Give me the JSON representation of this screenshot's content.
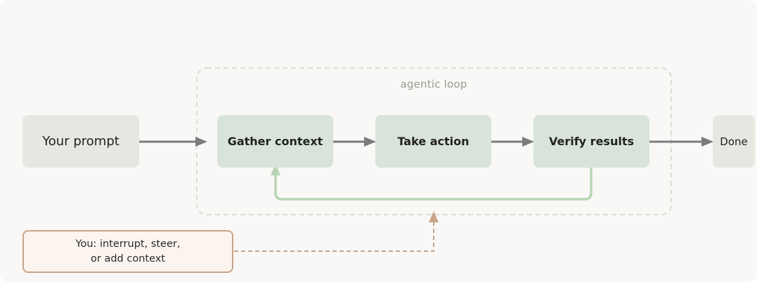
{
  "diagram": {
    "loop_label": "agentic loop",
    "nodes": {
      "prompt": "Your prompt",
      "gather": "Gather context",
      "action": "Take action",
      "verify": "Verify results",
      "done": "Done"
    },
    "intervention": {
      "line1": "You: interrupt, steer,",
      "line2": "or add context"
    },
    "colors": {
      "flow_arrow": "#7b7b7b",
      "loop_back_arrow": "#b9d5b5",
      "loop_border": "#dcdcd8",
      "intervention_border": "#c9a489",
      "intervention_arrow": "#c9a489",
      "node_plain": "#e7e7e2",
      "node_loop": "#d8e4da"
    }
  }
}
